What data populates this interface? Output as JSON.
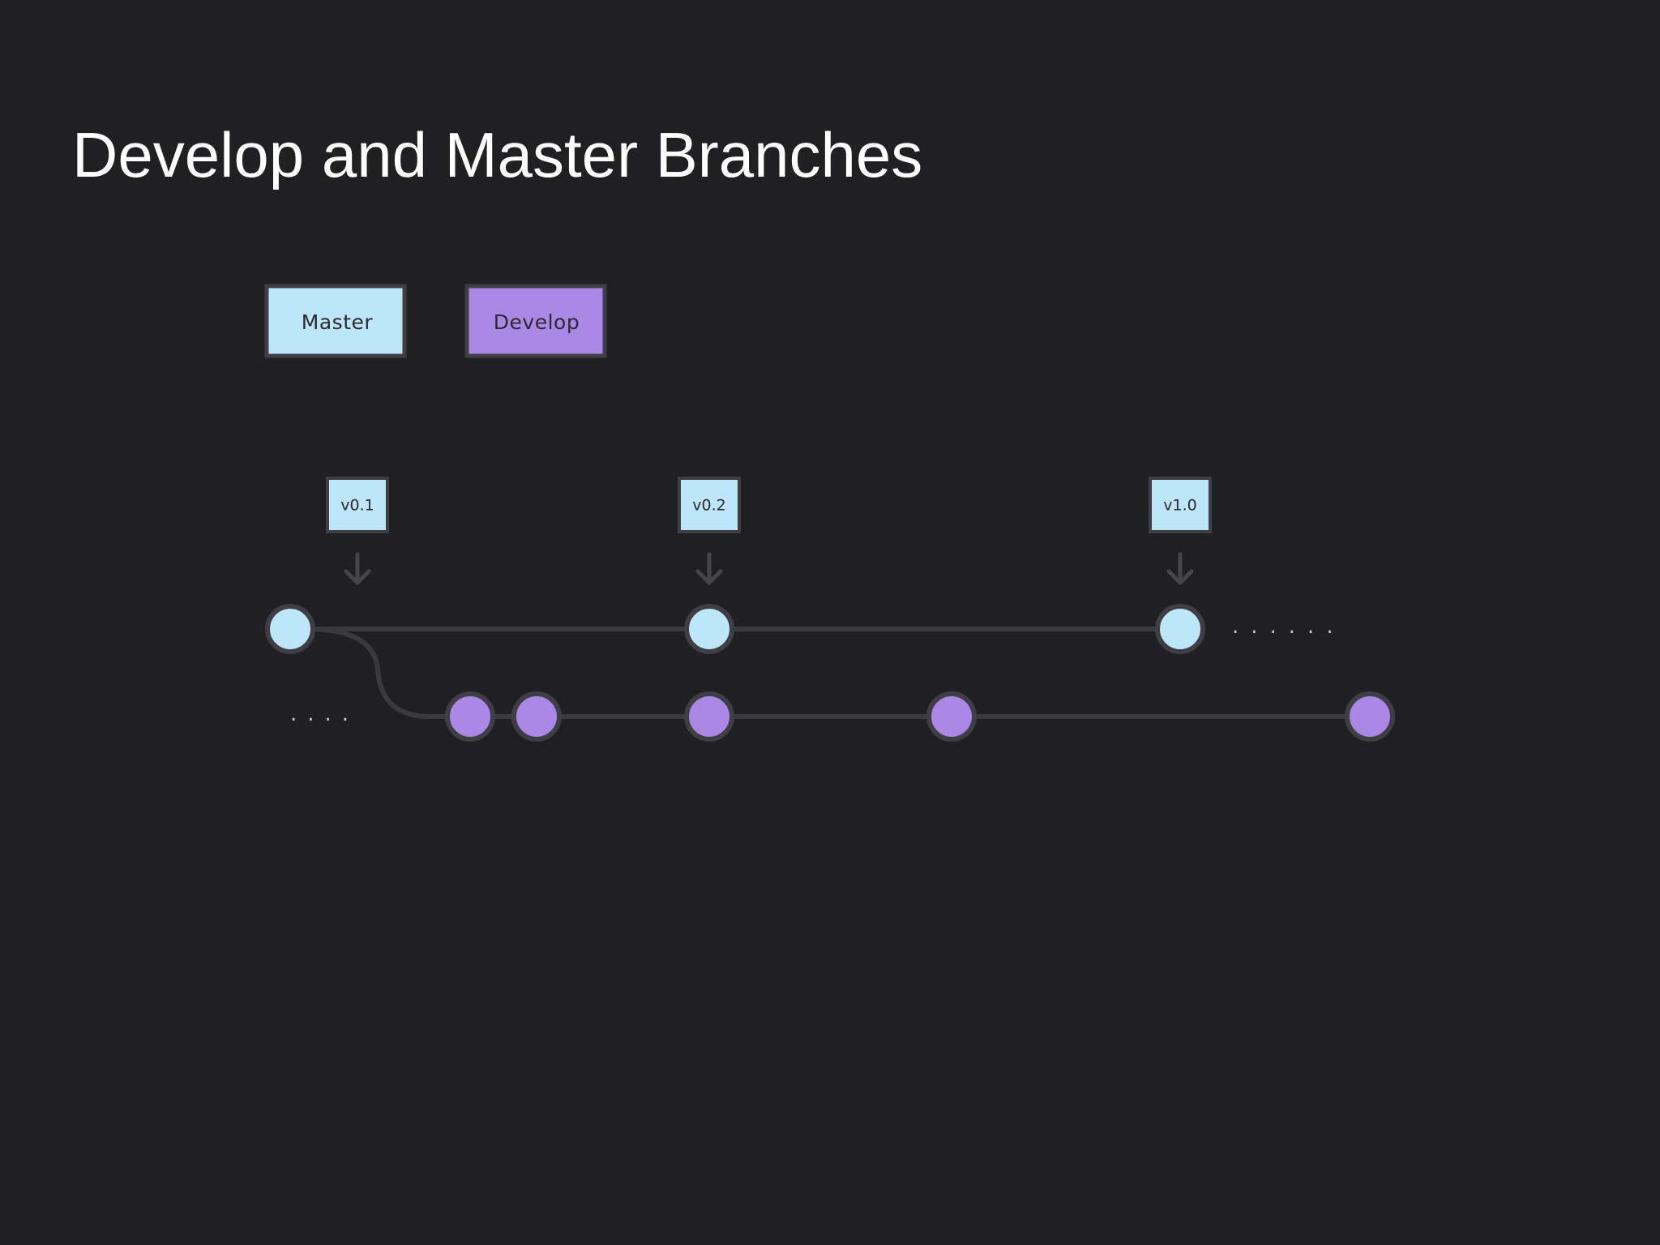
{
  "slide": {
    "title": "Develop and Master Branches"
  },
  "legend": {
    "master_label": "Master",
    "develop_label": "Develop"
  },
  "tags": {
    "v01": "v0.1",
    "v02": "v0.2",
    "v10": "v1.0"
  },
  "continuation": {
    "leading": "....",
    "trailing": "......"
  },
  "colors": {
    "background": "#201f21",
    "master": "#bde6fb",
    "develop": "#ab88e6",
    "line": "#3a393f",
    "outline": "#3f3e44"
  }
}
